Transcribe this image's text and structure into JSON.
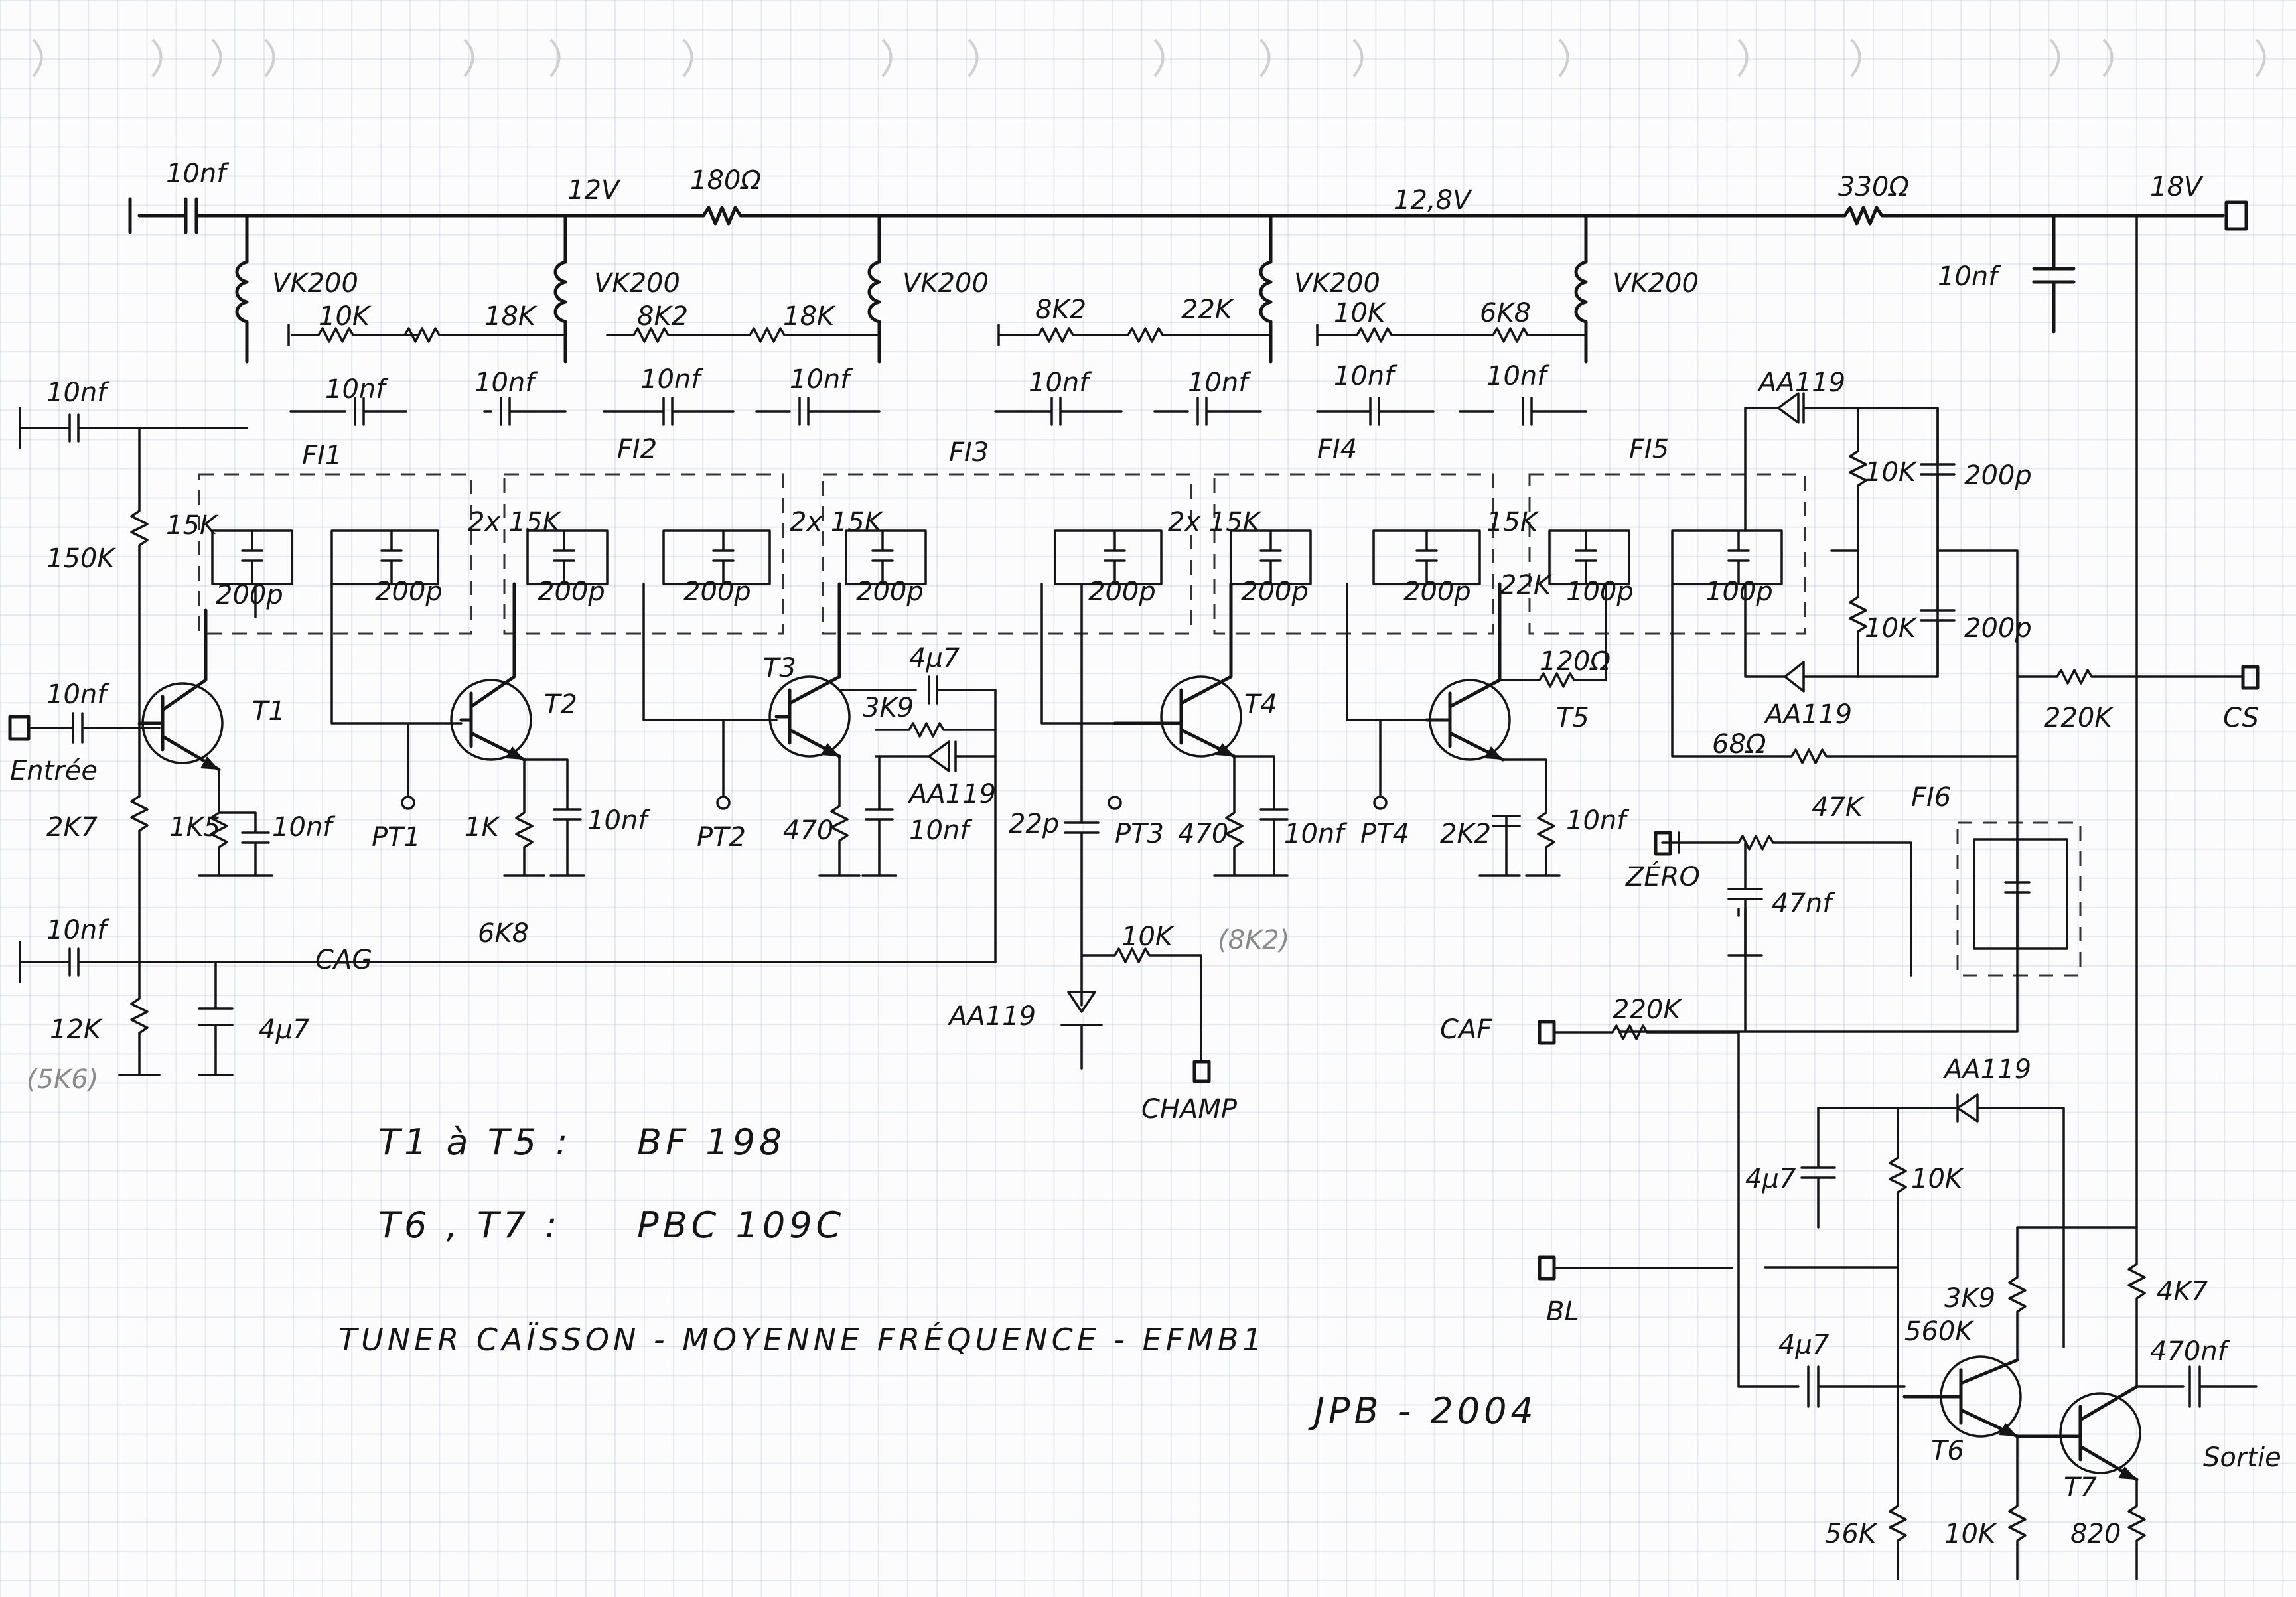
{
  "title": "TUNER CAÏSSON - MOYENNE FRÉQUENCE - EFMB1",
  "author": "JPB - 2004",
  "transistor_notes": [
    {
      "prefix": "T1 à T5 :",
      "part": "BF 198"
    },
    {
      "prefix": "T6 , T7 :",
      "part": "PBC 109C"
    }
  ],
  "supply": {
    "v12": "12V",
    "v128": "12,8V",
    "v18": "18V",
    "r180": "180Ω",
    "r330": "330Ω"
  },
  "ports": {
    "entree": "Entrée",
    "cs": "CS",
    "caf": "CAF",
    "zero": "ZÉRO",
    "champ": "CHAMP",
    "bl": "BL",
    "sortie": "Sortie",
    "pt1": "PT1",
    "pt2": "PT2",
    "pt3": "PT3",
    "pt4": "PT4",
    "cag": "CAG"
  },
  "transformers": [
    "FI1",
    "FI2",
    "FI3",
    "FI4",
    "FI5",
    "FI6"
  ],
  "transistors": [
    "T1",
    "T2",
    "T3",
    "T4",
    "T5",
    "T6",
    "T7"
  ],
  "labels": {
    "c10nf": "10nf",
    "c47nf": "47nf",
    "c470nf": "470nf",
    "c4u7": "4μ7",
    "c22p": "22p",
    "c200p": "200p",
    "c100p": "100p",
    "vk200": "VK200",
    "r10k": "10K",
    "r18k": "18K",
    "r22k": "22K",
    "r8k2": "8K2",
    "r6k8": "6K8",
    "r15k": "15K",
    "r2x15k": "2x 15K",
    "r150k": "150K",
    "r2k7": "2K7",
    "r1k5": "1K5",
    "r1k": "1K",
    "r470": "470",
    "r3k9": "3K9",
    "r12k": "12K",
    "r5k6": "(5K6)",
    "r8k2b": "(8K2)",
    "r22": "22K",
    "r120": "120Ω",
    "r68": "68Ω",
    "r2k2": "2K2",
    "r47k": "47K",
    "r220k": "220K",
    "r560k": "560K",
    "r56k": "56K",
    "r4k7": "4K7",
    "r820": "820",
    "aa119": "AA119"
  }
}
